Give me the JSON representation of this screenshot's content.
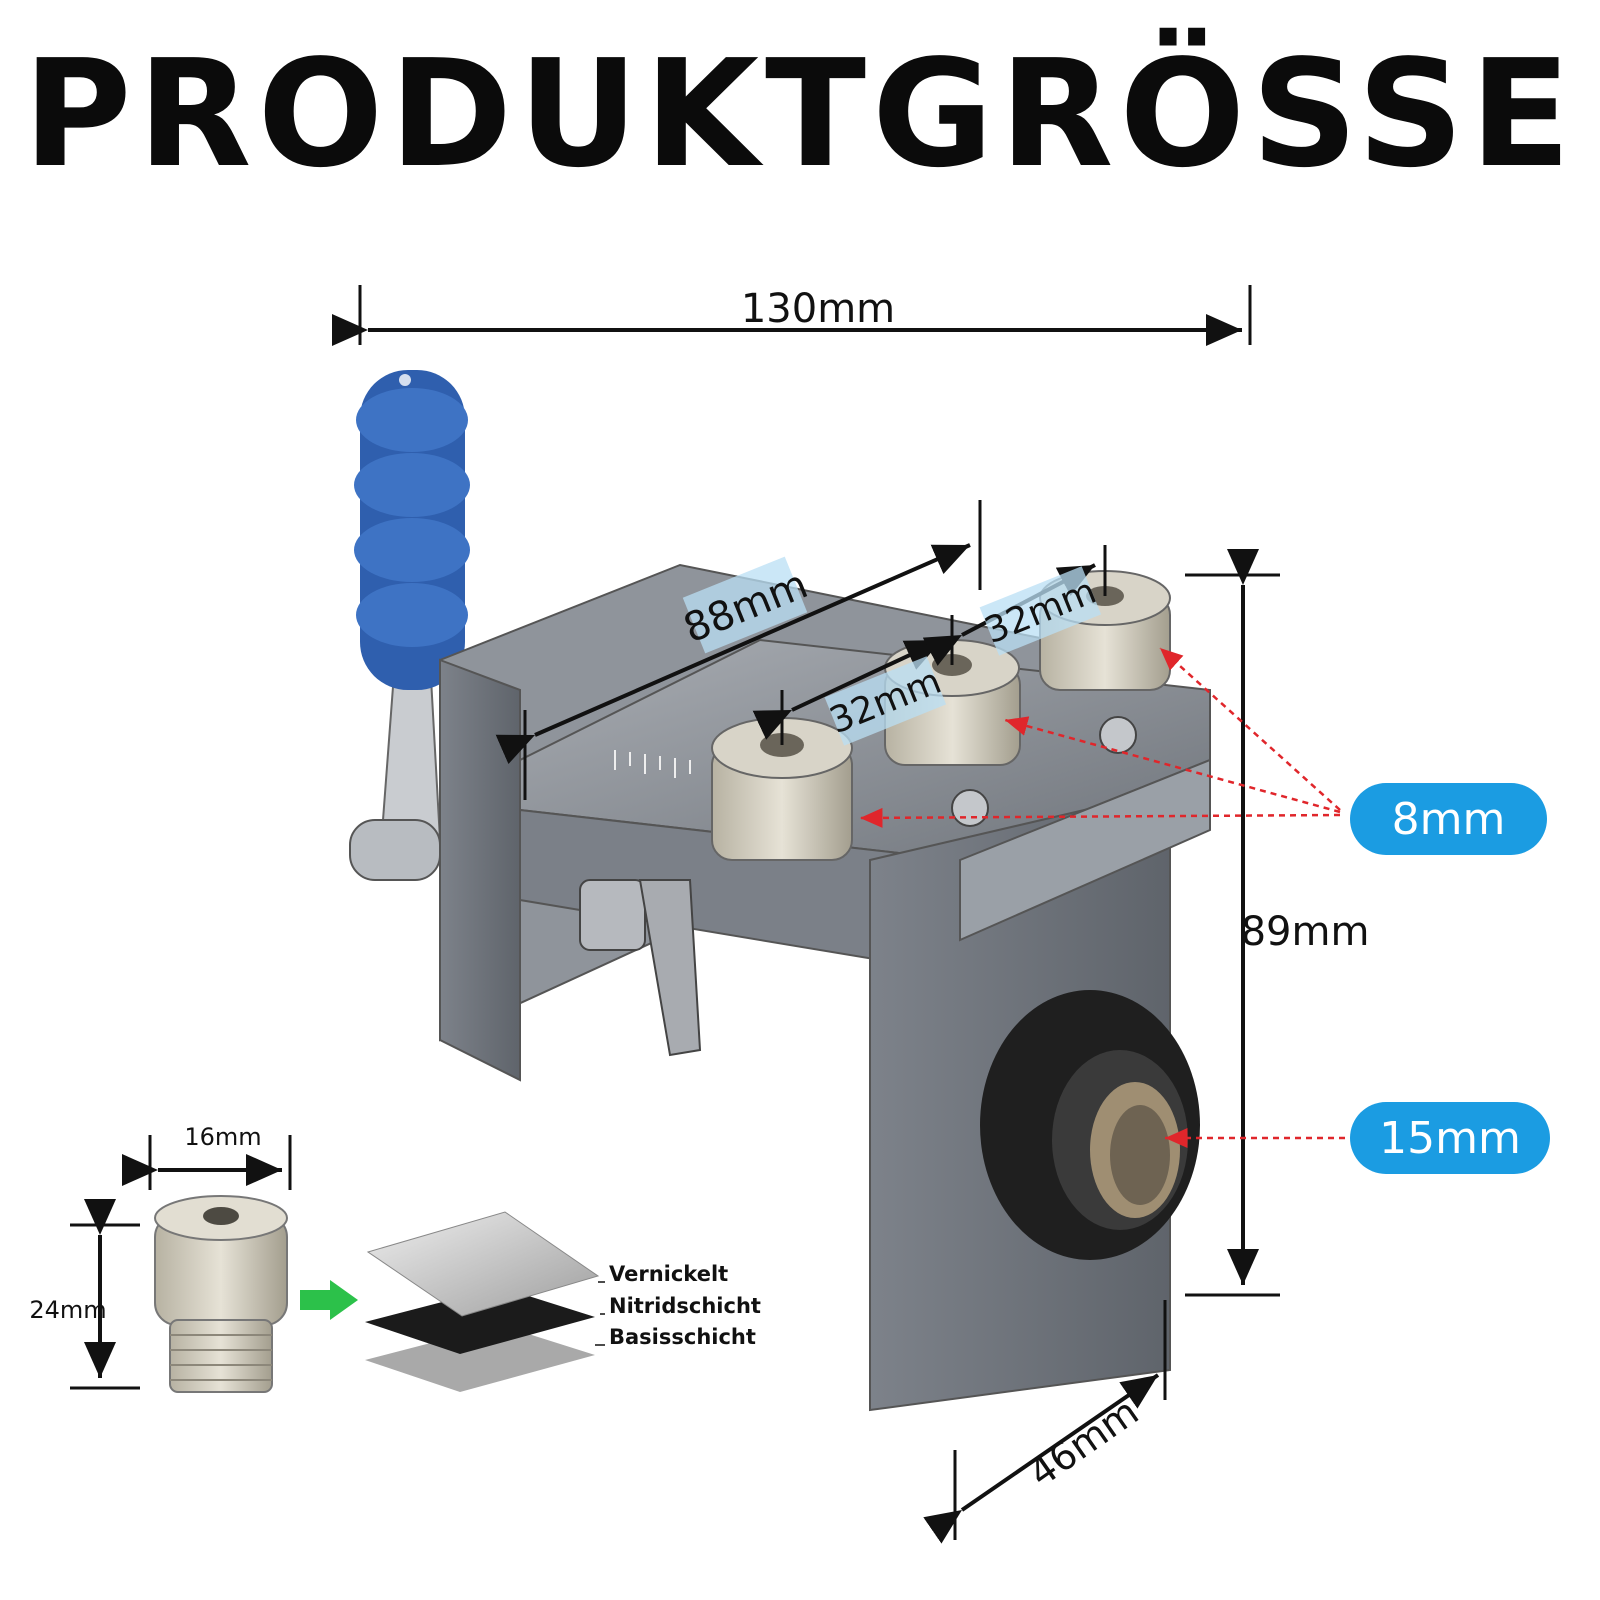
{
  "title": "PRODUKTGRÖSSE",
  "dimensions": {
    "width_total": "130mm",
    "height_total": "89mm",
    "depth": "46mm",
    "hole_spacing_outer": "88mm",
    "hole_spacing_1": "32mm",
    "hole_spacing_2": "32mm",
    "bushing_diameter": "16mm",
    "bushing_height": "24mm"
  },
  "callouts": {
    "drill_guide": "8mm",
    "side_hole": "15mm"
  },
  "layers": {
    "top": "Vernickelt",
    "middle": "Nitridschicht",
    "bottom": "Basisschicht"
  },
  "colors": {
    "accent_blue": "#1b9ce2",
    "callout_red": "#e0262b",
    "arrow_green": "#2cc14a",
    "handle_blue": "#2f5fae",
    "metal_gray": "#8a8f96"
  }
}
